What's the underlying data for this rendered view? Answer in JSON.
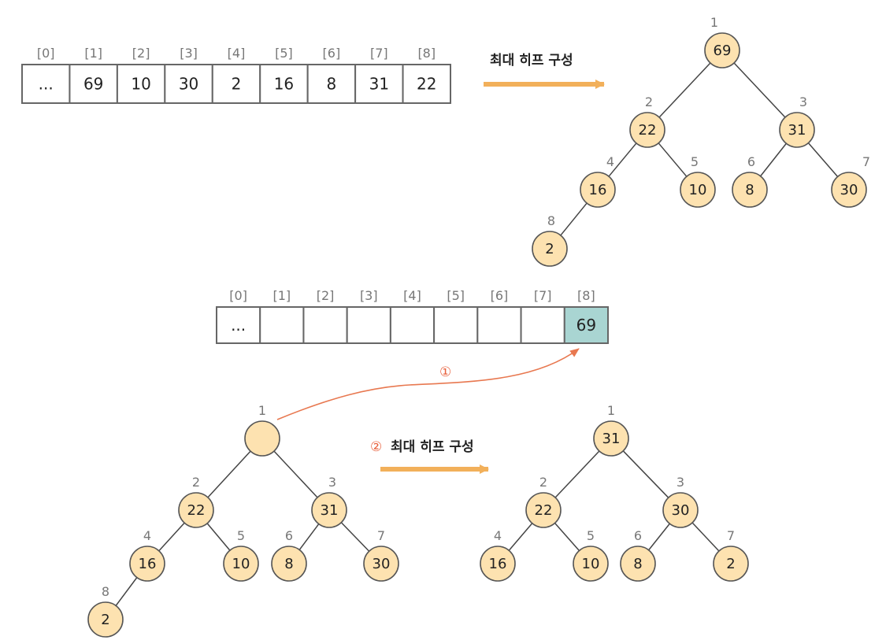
{
  "arrays": {
    "original": {
      "indices": [
        "[0]",
        "[1]",
        "[2]",
        "[3]",
        "[4]",
        "[5]",
        "[6]",
        "[7]",
        "[8]"
      ],
      "values": [
        "...",
        "69",
        "10",
        "30",
        "2",
        "16",
        "8",
        "31",
        "22"
      ]
    },
    "after_delete": {
      "indices": [
        "[0]",
        "[1]",
        "[2]",
        "[3]",
        "[4]",
        "[5]",
        "[6]",
        "[7]",
        "[8]"
      ],
      "values": [
        "...",
        "",
        "",
        "",
        "",
        "",
        "",
        "",
        "69"
      ]
    }
  },
  "trees": {
    "max_heap": {
      "nodes": [
        {
          "index": "1",
          "value": "69"
        },
        {
          "index": "2",
          "value": "22"
        },
        {
          "index": "3",
          "value": "31"
        },
        {
          "index": "4",
          "value": "16"
        },
        {
          "index": "5",
          "value": "10"
        },
        {
          "index": "6",
          "value": "8"
        },
        {
          "index": "7",
          "value": "30"
        },
        {
          "index": "8",
          "value": "2"
        }
      ]
    },
    "root_removed": {
      "nodes": [
        {
          "index": "1",
          "value": ""
        },
        {
          "index": "2",
          "value": "22"
        },
        {
          "index": "3",
          "value": "31"
        },
        {
          "index": "4",
          "value": "16"
        },
        {
          "index": "5",
          "value": "10"
        },
        {
          "index": "6",
          "value": "8"
        },
        {
          "index": "7",
          "value": "30"
        },
        {
          "index": "8",
          "value": "2"
        }
      ]
    },
    "rebuilt_heap": {
      "nodes": [
        {
          "index": "1",
          "value": "31"
        },
        {
          "index": "2",
          "value": "22"
        },
        {
          "index": "3",
          "value": "30"
        },
        {
          "index": "4",
          "value": "16"
        },
        {
          "index": "5",
          "value": "10"
        },
        {
          "index": "6",
          "value": "8"
        },
        {
          "index": "7",
          "value": "2"
        }
      ]
    }
  },
  "labels": {
    "build_heap": "최대 히프 구성",
    "step1_marker": "①",
    "step2_marker": "②",
    "step2_text": "최대 히프 구성"
  },
  "colors": {
    "node_fill": "#fde2b0",
    "node_stroke": "#555555",
    "arrow": "#f2b05a",
    "curve": "#e87850",
    "highlight_cell": "#a9d5d2",
    "cell_border": "#666666"
  }
}
